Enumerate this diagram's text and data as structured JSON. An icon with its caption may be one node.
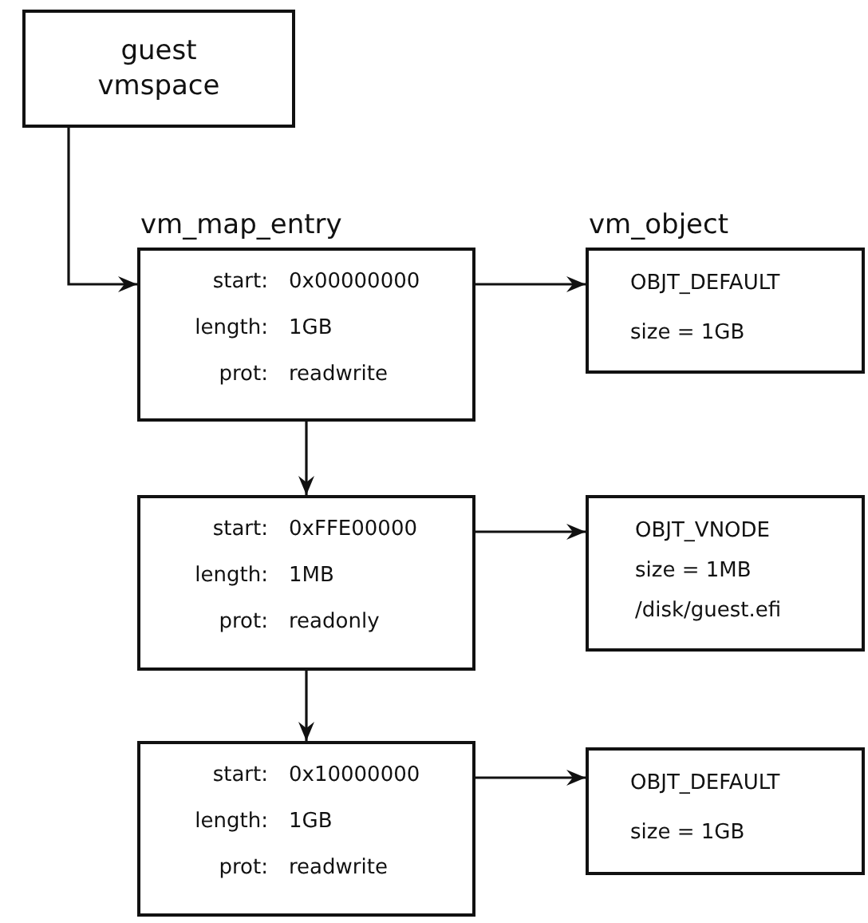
{
  "diagram": {
    "nodes": [
      {
        "text": [
          "guest vmspace"
        ]
      },
      {
        "text": [
          "vm_map_entry",
          "start:",
          "0x00000000",
          "length:",
          "1GB",
          "prot:",
          "readwrite"
        ]
      },
      {
        "text": [
          "vm_object",
          "OBJT_DEFAULT",
          "size = 1GB"
        ]
      },
      {
        "text": [
          "start:",
          "0xFFE00000",
          "length:",
          "1MB",
          "prot:",
          "readonly"
        ]
      },
      {
        "text": [
          "OBJT_VNODE",
          "size = 1MB",
          "/disk/guest.efi"
        ]
      },
      {
        "text": [
          "start:",
          "0x10000000",
          "length:",
          "1GB",
          "prot:",
          "readwrite"
        ]
      },
      {
        "text": [
          "OBJT_DEFAULT",
          "size = 1GB"
        ]
      }
    ],
    "edges": [
      {
        "from": 0,
        "to": 1,
        "arrow": "to"
      },
      {
        "from": 1,
        "to": 2,
        "arrow": "to"
      },
      {
        "from": 1,
        "to": 3,
        "arrow": "to"
      },
      {
        "from": 3,
        "to": 4,
        "arrow": "to"
      },
      {
        "from": 3,
        "to": 5,
        "arrow": "to"
      },
      {
        "from": 5,
        "to": 6,
        "arrow": "to"
      }
    ]
  }
}
